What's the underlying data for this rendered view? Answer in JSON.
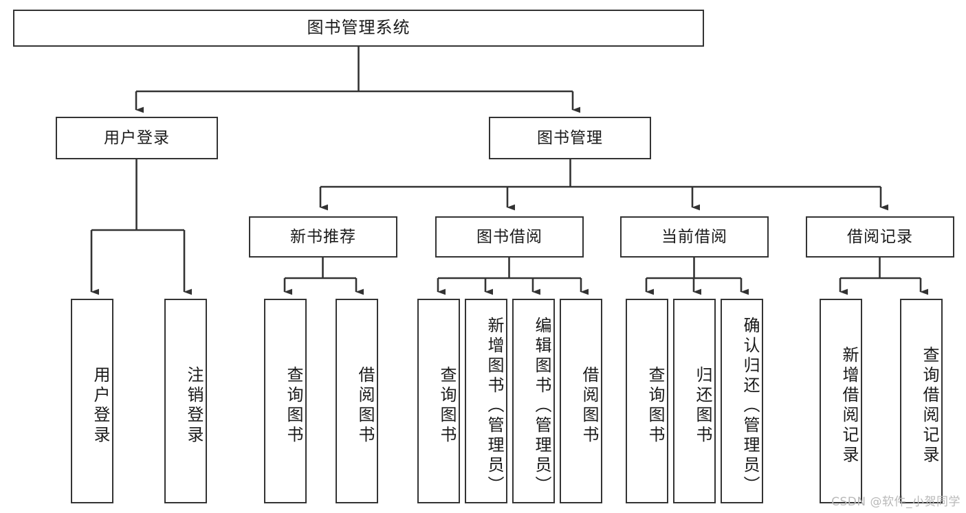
{
  "diagram": {
    "type": "tree-hierarchy",
    "title": "图书管理系统",
    "orientation": "top-down",
    "line_color": "#333333",
    "box_fill": "#ffffff",
    "text_color": "#1a1a1a",
    "watermark": "CSDN @软件_小贺同学",
    "nodes": {
      "root": {
        "label": "图书管理系统",
        "level": 1
      },
      "l2": [
        {
          "id": "user-login",
          "label": "用户登录",
          "level": 2
        },
        {
          "id": "book-manage",
          "label": "图书管理",
          "level": 2
        }
      ],
      "l3": [
        {
          "id": "new-book-rec",
          "label": "新书推荐",
          "level": 3,
          "parent": "book-manage"
        },
        {
          "id": "book-borrow",
          "label": "图书借阅",
          "level": 3,
          "parent": "book-manage"
        },
        {
          "id": "current-borrow",
          "label": "当前借阅",
          "level": 3,
          "parent": "book-manage"
        },
        {
          "id": "borrow-record",
          "label": "借阅记录",
          "level": 3,
          "parent": "book-manage"
        }
      ],
      "leaves": [
        {
          "id": "leaf-user-login",
          "label": "用户登录",
          "parent": "user-login"
        },
        {
          "id": "leaf-user-logout",
          "label": "注销登录",
          "parent": "user-login"
        },
        {
          "id": "leaf-rec-query",
          "label": "查询图书",
          "parent": "new-book-rec"
        },
        {
          "id": "leaf-rec-borrow",
          "label": "借阅图书",
          "parent": "new-book-rec"
        },
        {
          "id": "leaf-borrow-query",
          "label": "查询图书",
          "parent": "book-borrow"
        },
        {
          "id": "leaf-borrow-add",
          "label": "新增图书（管理员）",
          "parent": "book-borrow"
        },
        {
          "id": "leaf-borrow-edit",
          "label": "编辑图书（管理员）",
          "parent": "book-borrow"
        },
        {
          "id": "leaf-borrow-do",
          "label": "借阅图书",
          "parent": "book-borrow"
        },
        {
          "id": "leaf-cur-query",
          "label": "查询图书",
          "parent": "current-borrow"
        },
        {
          "id": "leaf-cur-return",
          "label": "归还图书",
          "parent": "current-borrow"
        },
        {
          "id": "leaf-cur-confirm",
          "label": "确认归还（管理员）",
          "parent": "current-borrow"
        },
        {
          "id": "leaf-rec-add",
          "label": "新增借阅记录",
          "parent": "borrow-record"
        },
        {
          "id": "leaf-rec-find",
          "label": "查询借阅记录",
          "parent": "borrow-record"
        }
      ]
    }
  }
}
